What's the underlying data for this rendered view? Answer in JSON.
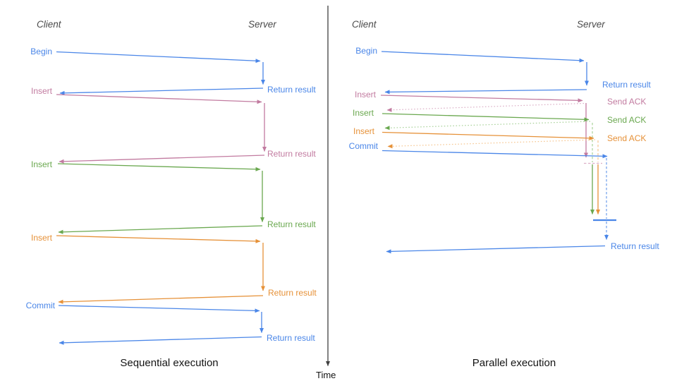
{
  "colors": {
    "blue": "#4a86e8",
    "pink": "#c27ba0",
    "green": "#6aa84f",
    "orange": "#e69138",
    "blue_light": "#6d9eeb",
    "pink_light": "#dcb0c7",
    "green_light": "#a9d29a",
    "orange_light": "#f6c690",
    "axis": "#3f3f3f",
    "header": "#4a4a4a",
    "title": "#141414"
  },
  "left_panel": {
    "client_header": "Client",
    "server_header": "Server",
    "title": "Sequential execution",
    "operations": [
      {
        "label": "Begin",
        "color": "blue",
        "return_label": "Return result"
      },
      {
        "label": "Insert",
        "color": "pink",
        "return_label": "Return result"
      },
      {
        "label": "Insert",
        "color": "green",
        "return_label": "Return result"
      },
      {
        "label": "Insert",
        "color": "orange",
        "return_label": "Return result"
      },
      {
        "label": "Commit",
        "color": "blue",
        "return_label": "Return result"
      }
    ]
  },
  "right_panel": {
    "client_header": "Client",
    "server_header": "Server",
    "title": "Parallel execution",
    "operations": [
      {
        "label": "Begin",
        "color": "blue",
        "response_label": "Return result"
      },
      {
        "label": "Insert",
        "color": "pink",
        "response_label": "Send ACK"
      },
      {
        "label": "Insert",
        "color": "green",
        "response_label": "Send ACK"
      },
      {
        "label": "Insert",
        "color": "orange",
        "response_label": "Send ACK"
      },
      {
        "label": "Commit",
        "color": "blue",
        "final_return_label": "Return result"
      }
    ]
  },
  "time_axis": {
    "label": "Time"
  }
}
